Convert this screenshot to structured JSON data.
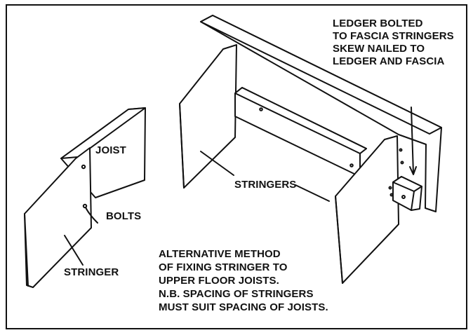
{
  "labels": {
    "ledger_note": [
      "LEDGER BOLTED",
      "TO FASCIA STRINGERS",
      "SKEW NAILED TO",
      "LEDGER AND FASCIA"
    ],
    "joist": "JOIST",
    "stringers": "STRINGERS",
    "bolts": "BOLTS",
    "stringer": "STRINGER",
    "alternative_note": [
      "ALTERNATIVE METHOD",
      "OF FIXING STRINGER TO",
      "UPPER FLOOR JOISTS.",
      "N.B. SPACING OF STRINGERS",
      "MUST SUIT SPACING OF JOISTS."
    ]
  },
  "colors": {
    "ink": "#111111",
    "paper": "#ffffff"
  }
}
